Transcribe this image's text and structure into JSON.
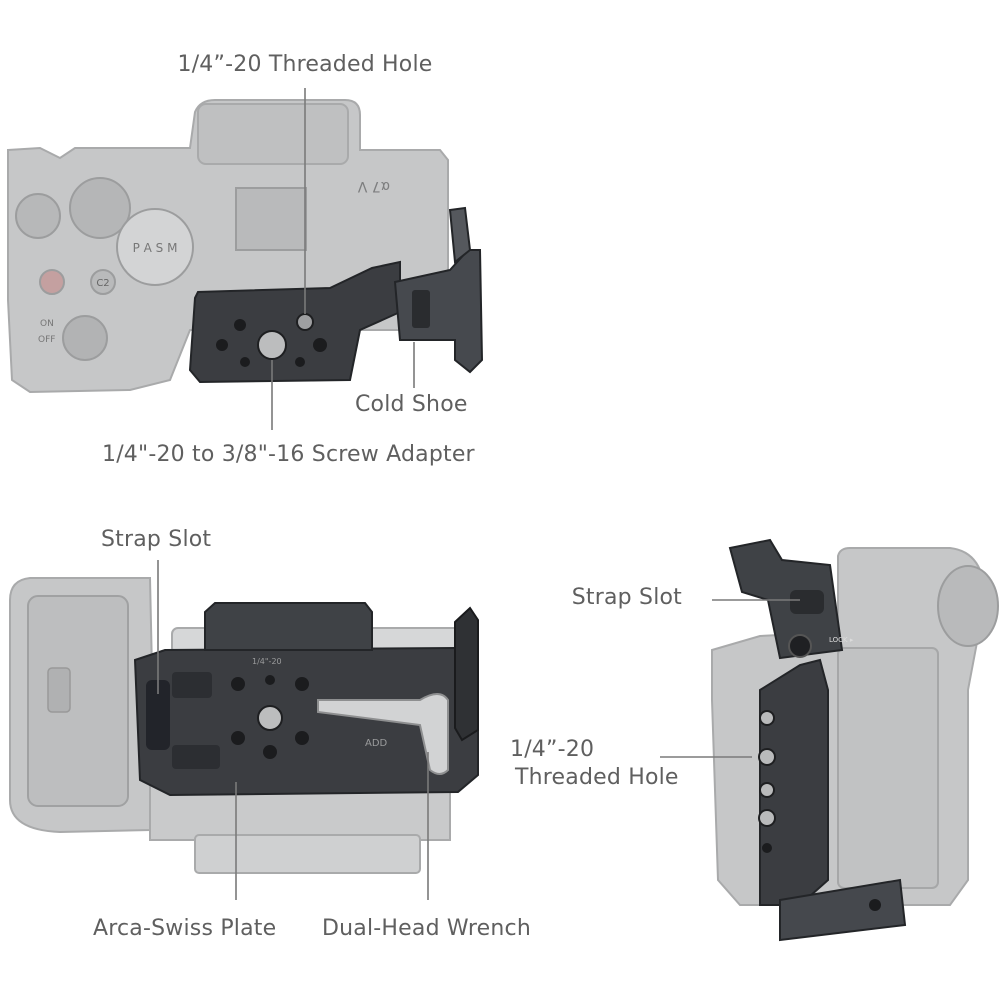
{
  "colors": {
    "background": "#ffffff",
    "camera_body": "#c6c7c8",
    "camera_body_dark": "#a9aaab",
    "cage_metal": "#3b3d41",
    "cage_metal_light": "#55585d",
    "callout_line": "#7a7a7a",
    "label_text": "#5f5f5f"
  },
  "camera_markings": {
    "model": "α7 V",
    "mode_dial": "P A S M",
    "c2_button": "C2",
    "on": "ON",
    "off": "OFF",
    "lock": "LOCK ▸",
    "plate_mark": "1/4\"-20",
    "wrench_mark": "ADD"
  },
  "callouts": {
    "top_threaded_hole": "1/4”-20 Threaded Hole",
    "cold_shoe": "Cold Shoe",
    "screw_adapter": "1/4\"-20 to 3/8\"-16 Screw Adapter",
    "bottom_strap_slot": "Strap Slot",
    "arca_swiss_plate": "Arca-Swiss Plate",
    "dual_head_wrench": "Dual-Head Wrench",
    "side_strap_slot": "Strap Slot",
    "side_threaded_hole_line1": "1/4”-20",
    "side_threaded_hole_line2": "Threaded Hole"
  }
}
